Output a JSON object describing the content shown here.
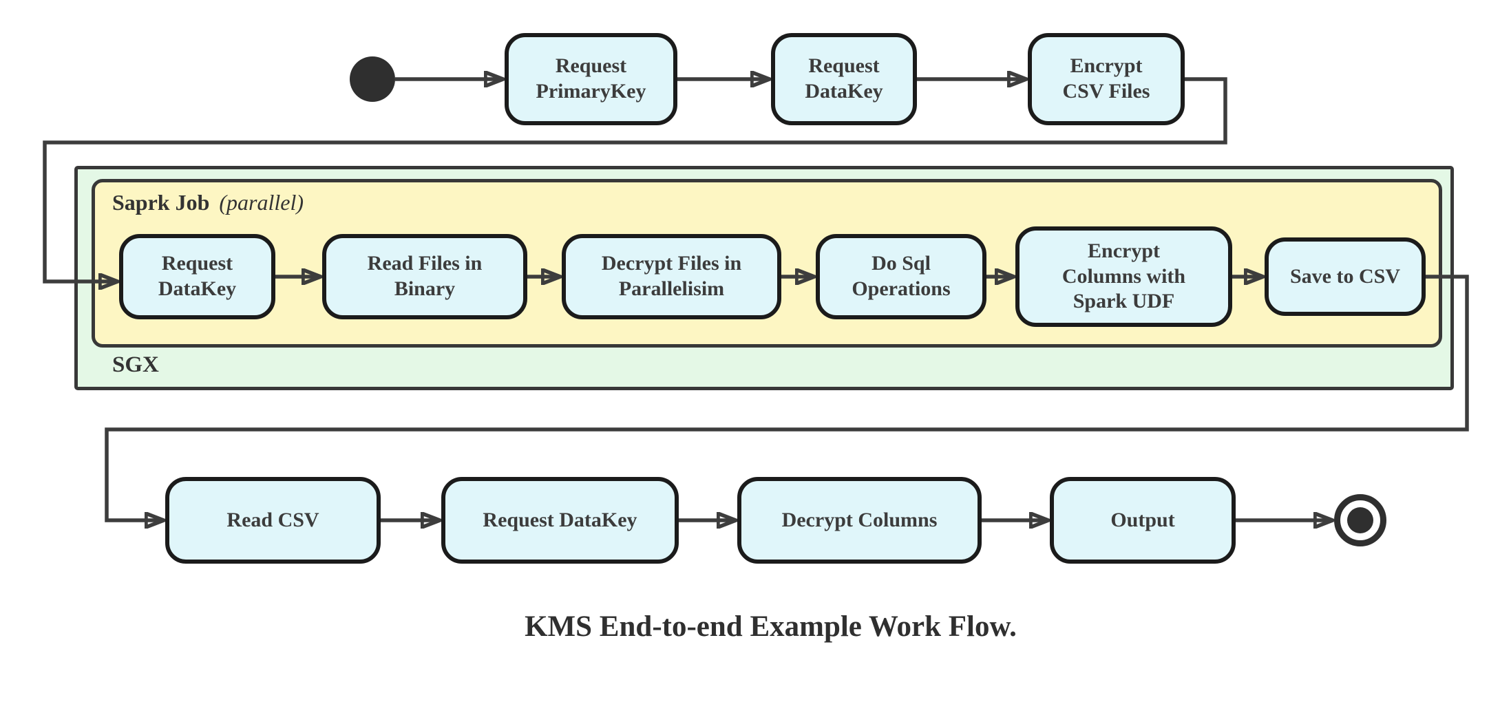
{
  "diagram": {
    "caption": "KMS End-to-end Example Work Flow.",
    "containers": {
      "sgx": {
        "label": "SGX"
      },
      "spark_job": {
        "label": "Saprk Job",
        "annotation": "(parallel)"
      }
    },
    "colors": {
      "node_fill": "#e0f6fa",
      "node_border": "#1b1b1b",
      "sgx_fill": "#e4f8e6",
      "spark_job_fill": "#fdf6c3",
      "container_border": "#383838",
      "connector": "#3d3d3d",
      "text": "#3c3c3c"
    },
    "nodes": {
      "start": {
        "type": "initial-state"
      },
      "end": {
        "type": "final-state"
      },
      "top_row": [
        {
          "label": "Request\nPrimaryKey"
        },
        {
          "label": "Request\nDataKey"
        },
        {
          "label": "Encrypt\nCSV Files"
        }
      ],
      "spark_row": [
        {
          "label": "Request\nDataKey"
        },
        {
          "label": "Read Files in\nBinary"
        },
        {
          "label": "Decrypt Files in\nParallelisim"
        },
        {
          "label": "Do Sql\nOperations"
        },
        {
          "label": "Encrypt\nColumns with\nSpark UDF"
        },
        {
          "label": "Save to CSV"
        }
      ],
      "bottom_row": [
        {
          "label": "Read CSV"
        },
        {
          "label": "Request DataKey"
        },
        {
          "label": "Decrypt Columns"
        },
        {
          "label": "Output"
        }
      ]
    }
  }
}
